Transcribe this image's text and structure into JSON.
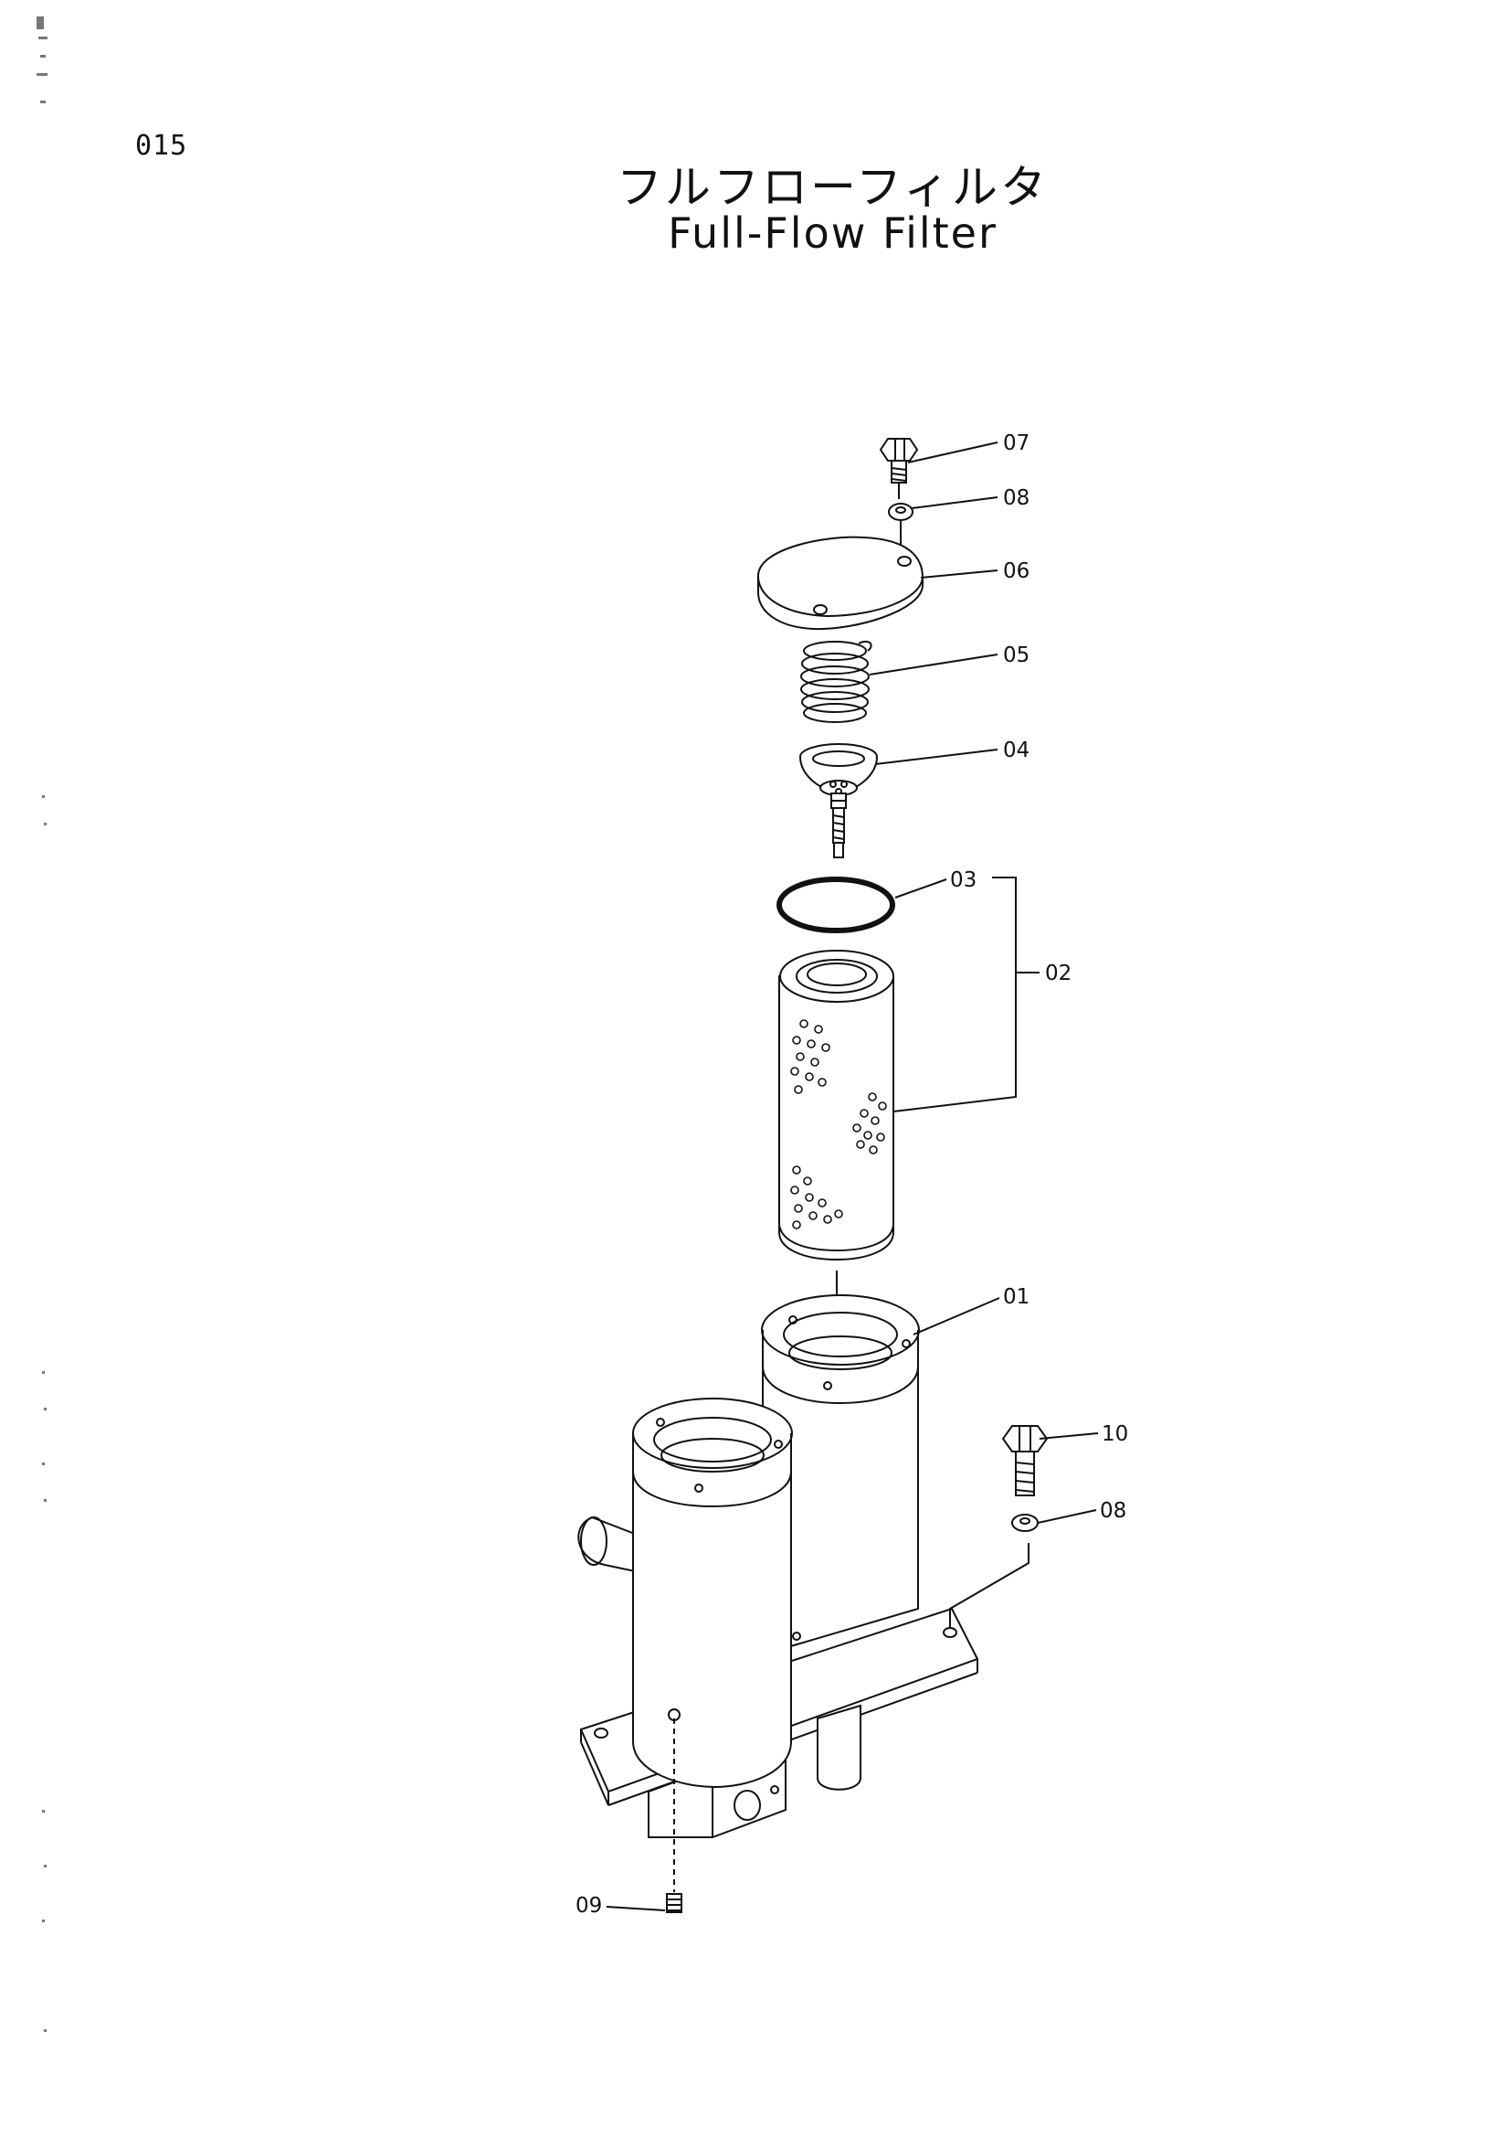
{
  "page_code": "015",
  "title_jp": "フルフローフィルタ",
  "title_en": "Full-Flow Filter",
  "callouts": [
    {
      "id": "c07a",
      "label": "07"
    },
    {
      "id": "c08a",
      "label": "08"
    },
    {
      "id": "c06",
      "label": "06"
    },
    {
      "id": "c05",
      "label": "05"
    },
    {
      "id": "c04",
      "label": "04"
    },
    {
      "id": "c03",
      "label": "03"
    },
    {
      "id": "c02",
      "label": "02"
    },
    {
      "id": "c01",
      "label": "01"
    },
    {
      "id": "c10",
      "label": "10"
    },
    {
      "id": "c08b",
      "label": "08"
    },
    {
      "id": "c09",
      "label": "09"
    }
  ]
}
